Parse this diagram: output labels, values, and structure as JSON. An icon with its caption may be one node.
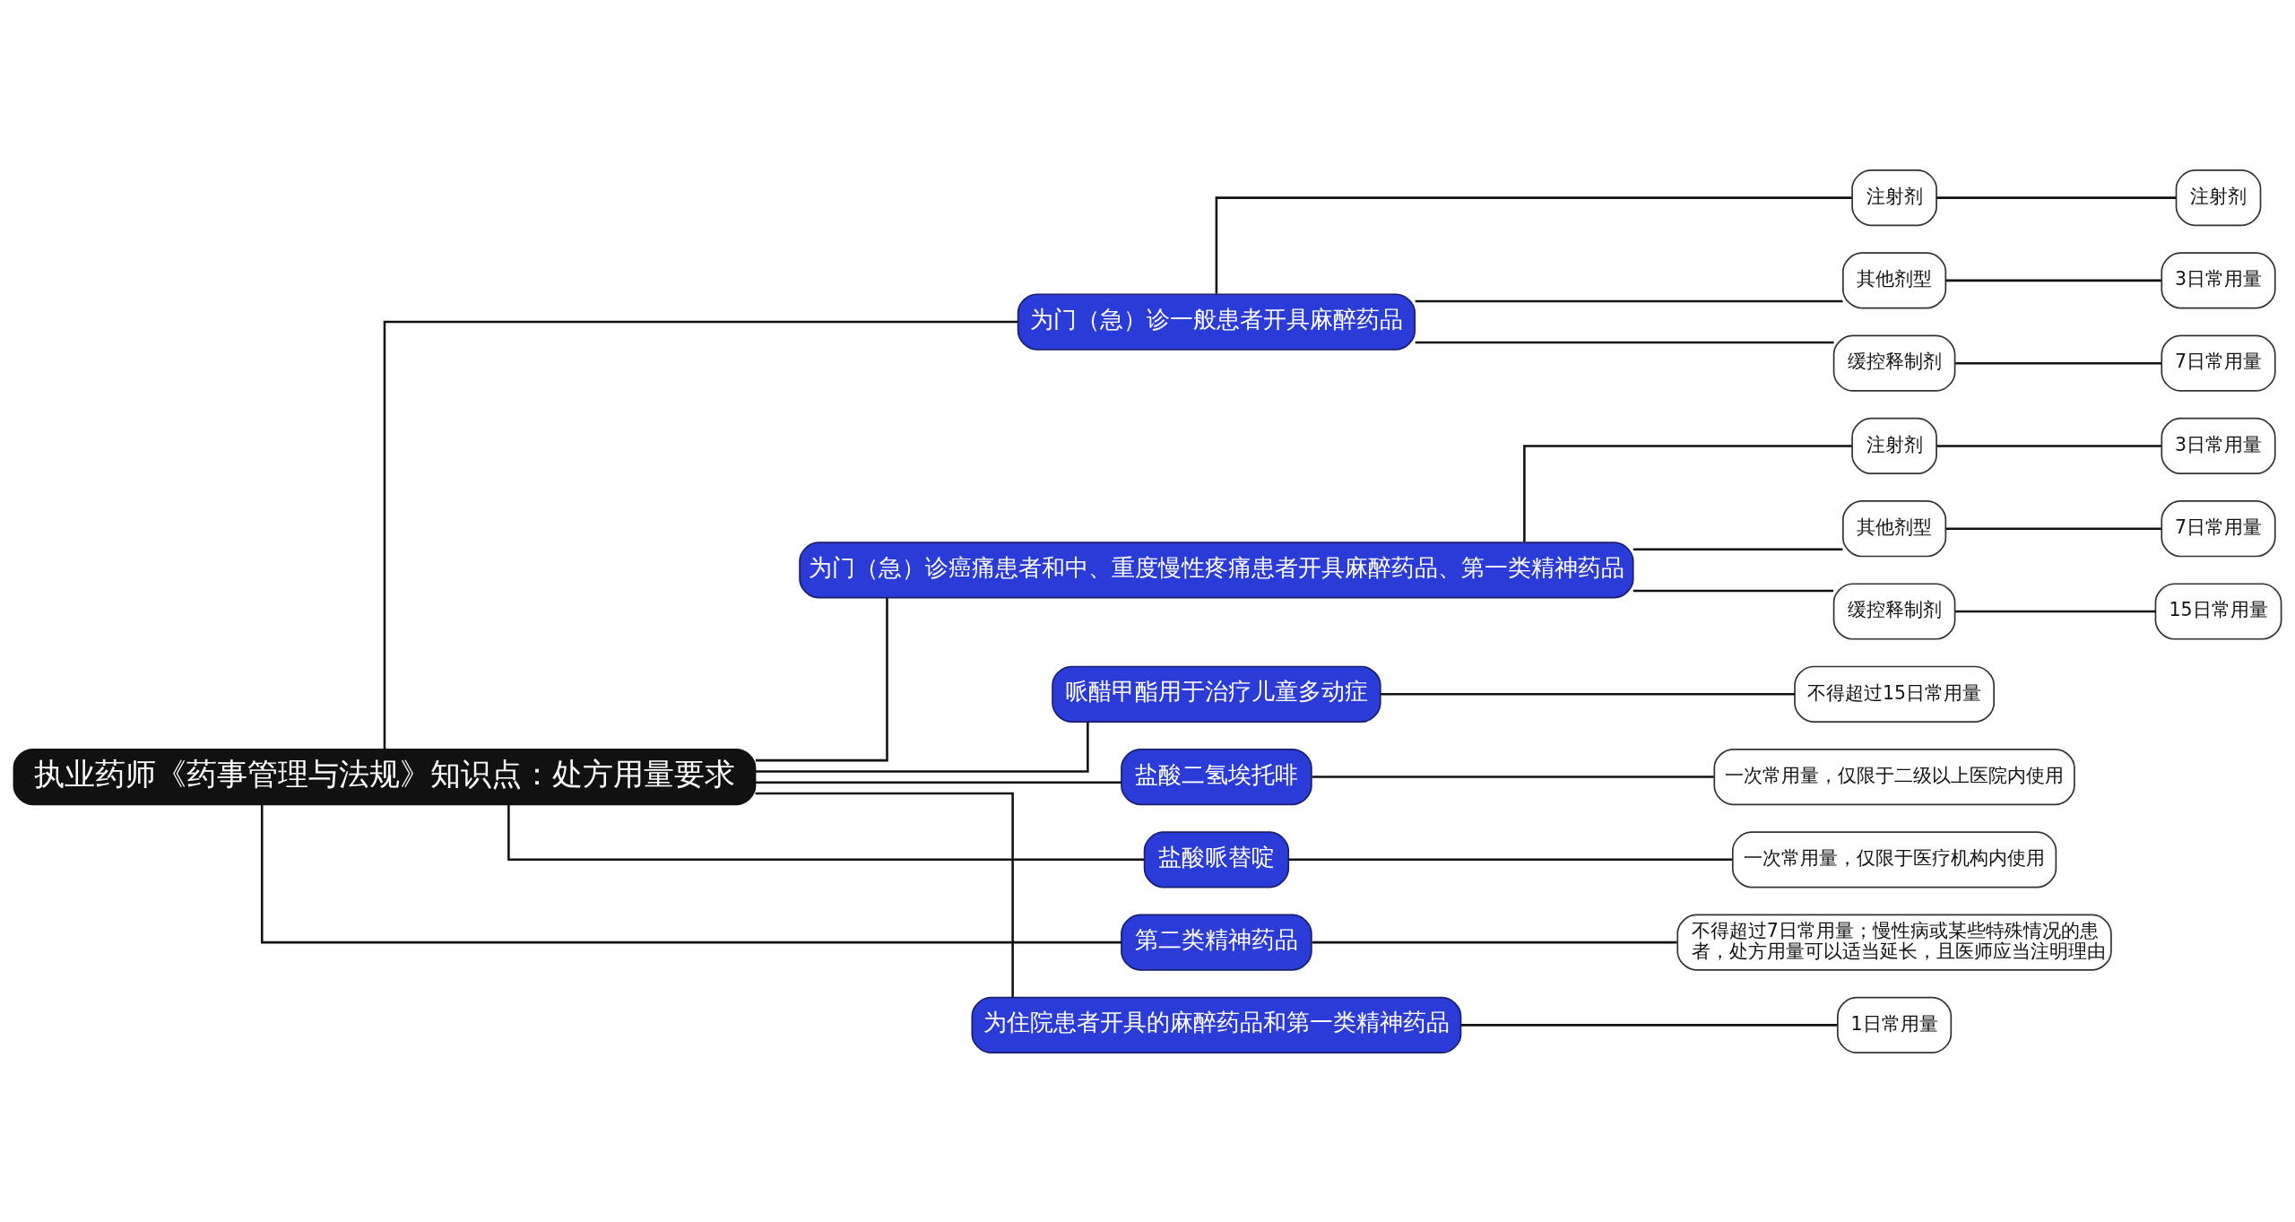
{
  "diagram": {
    "nodes": [
      {
        "text": [
          "执业药师《药事管理与法规》知识点：处方用量要求"
        ]
      },
      {
        "text": [
          "为门（急）诊一般患者开具麻醉药品"
        ]
      },
      {
        "text": [
          "注射剂"
        ]
      },
      {
        "text": [
          "注射剂"
        ]
      },
      {
        "text": [
          "其他剂型"
        ]
      },
      {
        "text": [
          "3日常用量"
        ]
      },
      {
        "text": [
          "缓控释制剂"
        ]
      },
      {
        "text": [
          "7日常用量"
        ]
      },
      {
        "text": [
          "为门（急）诊癌痛患者和中、重度慢性疼痛患者开具麻醉药品、第一类精神药品"
        ]
      },
      {
        "text": [
          "注射剂"
        ]
      },
      {
        "text": [
          "3日常用量"
        ]
      },
      {
        "text": [
          "其他剂型"
        ]
      },
      {
        "text": [
          "7日常用量"
        ]
      },
      {
        "text": [
          "缓控释制剂"
        ]
      },
      {
        "text": [
          "15日常用量"
        ]
      },
      {
        "text": [
          "哌醋甲酯用于治疗儿童多动症"
        ]
      },
      {
        "text": [
          "不得超过15日常用量"
        ]
      },
      {
        "text": [
          "盐酸二氢埃托啡"
        ]
      },
      {
        "text": [
          "一次常用量，仅限于二级以上医院内使用"
        ]
      },
      {
        "text": [
          "盐酸哌替啶"
        ]
      },
      {
        "text": [
          "一次常用量，仅限于医疗机构内使用"
        ]
      },
      {
        "text": [
          "第二类精神药品"
        ]
      },
      {
        "text": [
          "不得超过7日常用量；慢性病或某些特殊情况的患者，处方用量可以适当延长，且医师应当注明理由"
        ]
      },
      {
        "text": [
          "为住院患者开具的麻醉药品和第一类精神药品"
        ]
      },
      {
        "text": [
          "1日常用量"
        ]
      }
    ],
    "edges": [
      {
        "from": 0,
        "to": 1,
        "arrow": "none"
      },
      {
        "from": 1,
        "to": 2,
        "arrow": "none"
      },
      {
        "from": 2,
        "to": 3,
        "arrow": "none"
      },
      {
        "from": 1,
        "to": 4,
        "arrow": "none"
      },
      {
        "from": 4,
        "to": 5,
        "arrow": "none"
      },
      {
        "from": 1,
        "to": 6,
        "arrow": "none"
      },
      {
        "from": 6,
        "to": 7,
        "arrow": "none"
      },
      {
        "from": 0,
        "to": 8,
        "arrow": "none"
      },
      {
        "from": 8,
        "to": 9,
        "arrow": "none"
      },
      {
        "from": 9,
        "to": 10,
        "arrow": "none"
      },
      {
        "from": 8,
        "to": 11,
        "arrow": "none"
      },
      {
        "from": 11,
        "to": 12,
        "arrow": "none"
      },
      {
        "from": 8,
        "to": 13,
        "arrow": "none"
      },
      {
        "from": 13,
        "to": 14,
        "arrow": "none"
      },
      {
        "from": 0,
        "to": 15,
        "arrow": "none"
      },
      {
        "from": 15,
        "to": 16,
        "arrow": "none"
      },
      {
        "from": 0,
        "to": 17,
        "arrow": "none"
      },
      {
        "from": 17,
        "to": 18,
        "arrow": "none"
      },
      {
        "from": 0,
        "to": 19,
        "arrow": "none"
      },
      {
        "from": 19,
        "to": 20,
        "arrow": "none"
      },
      {
        "from": 0,
        "to": 21,
        "arrow": "none"
      },
      {
        "from": 21,
        "to": 22,
        "arrow": "none"
      },
      {
        "from": 0,
        "to": 23,
        "arrow": "none"
      },
      {
        "from": 23,
        "to": 24,
        "arrow": "none"
      }
    ]
  }
}
